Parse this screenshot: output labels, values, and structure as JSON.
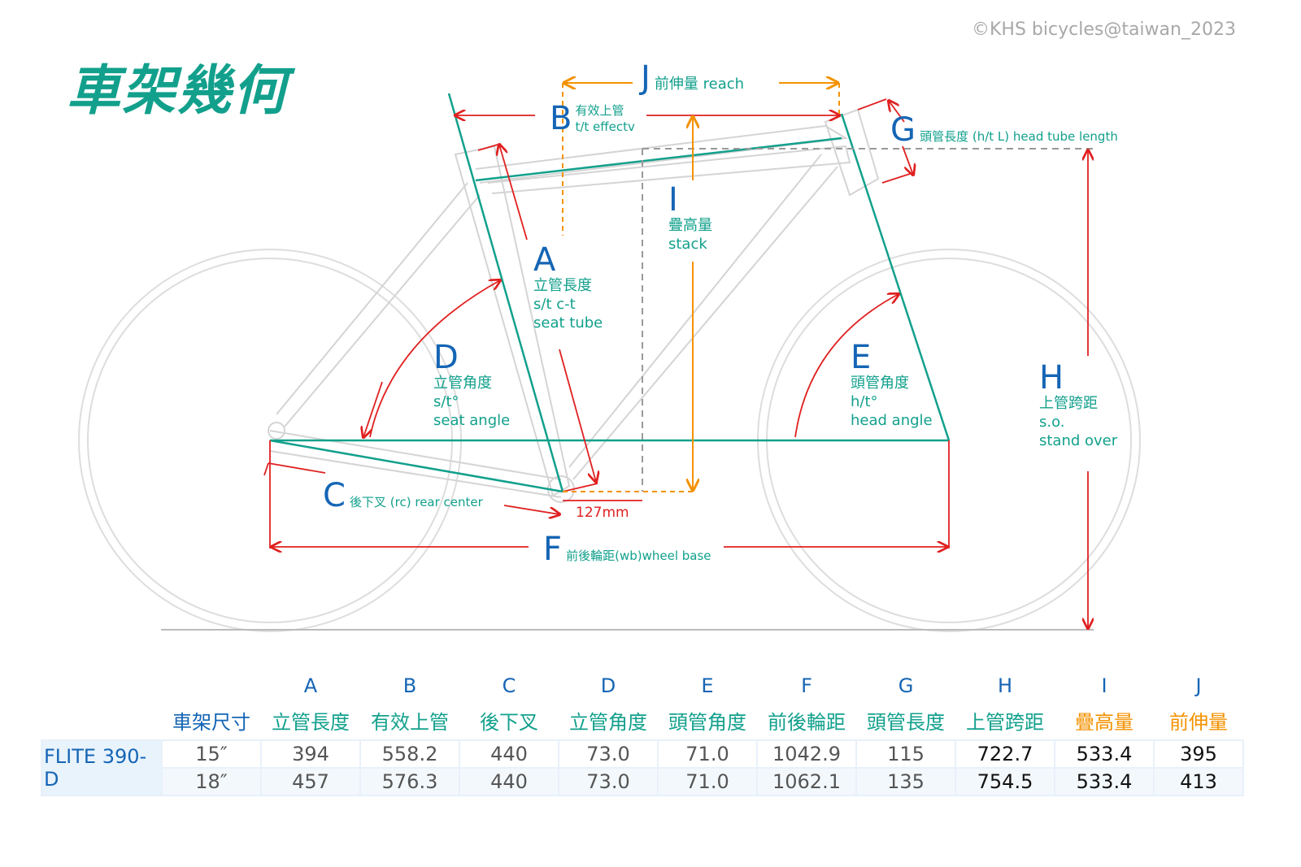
{
  "title": "車架幾何",
  "copyright": "©KHS bicycles@taiwan_2023",
  "labels": {
    "J": {
      "letter": "J",
      "text": "前伸量  reach"
    },
    "B": {
      "letter": "B",
      "zh": "有效上管",
      "en": "t/t effectv"
    },
    "G": {
      "letter": "G",
      "text": "頭管長度 (h/t L) head tube length"
    },
    "I": {
      "letter": "I",
      "zh": "疊高量",
      "en": "stack"
    },
    "A": {
      "letter": "A",
      "zh": "立管長度",
      "en1": "s/t c-t",
      "en2": "seat tube"
    },
    "D": {
      "letter": "D",
      "zh": "立管角度",
      "en1": "s/t°",
      "en2": "seat angle"
    },
    "E": {
      "letter": "E",
      "zh": "頭管角度",
      "en1": "h/t°",
      "en2": "head angle"
    },
    "H": {
      "letter": "H",
      "zh": "上管跨距",
      "en1": "s.o.",
      "en2": "stand over"
    },
    "C": {
      "letter": "C",
      "text": "後下叉 (rc) rear  center"
    },
    "F": {
      "letter": "F",
      "text": "前後輪距(wb)wheel base"
    },
    "offset": "127mm"
  },
  "table": {
    "letters": [
      "A",
      "B",
      "C",
      "D",
      "E",
      "F",
      "G",
      "H",
      "I",
      "J"
    ],
    "size_header": "車架尺寸",
    "headers": [
      "立管長度",
      "有效上管",
      "後下叉",
      "立管角度",
      "頭管角度",
      "前後輪距",
      "頭管長度",
      "上管跨距",
      "疊高量",
      "前伸量"
    ],
    "model": "FLITE 390-D",
    "rows": [
      {
        "size": "15″",
        "values": [
          "394",
          "558.2",
          "440",
          "73.0",
          "71.0",
          "1042.9",
          "115",
          "722.7",
          "533.4",
          "395"
        ]
      },
      {
        "size": "18″",
        "values": [
          "457",
          "576.3",
          "440",
          "73.0",
          "71.0",
          "1062.1",
          "135",
          "754.5",
          "533.4",
          "413"
        ]
      }
    ]
  },
  "colors": {
    "teal": "#12a08c",
    "blue": "#1565b5",
    "red": "#e02020",
    "orange": "#f39200"
  }
}
